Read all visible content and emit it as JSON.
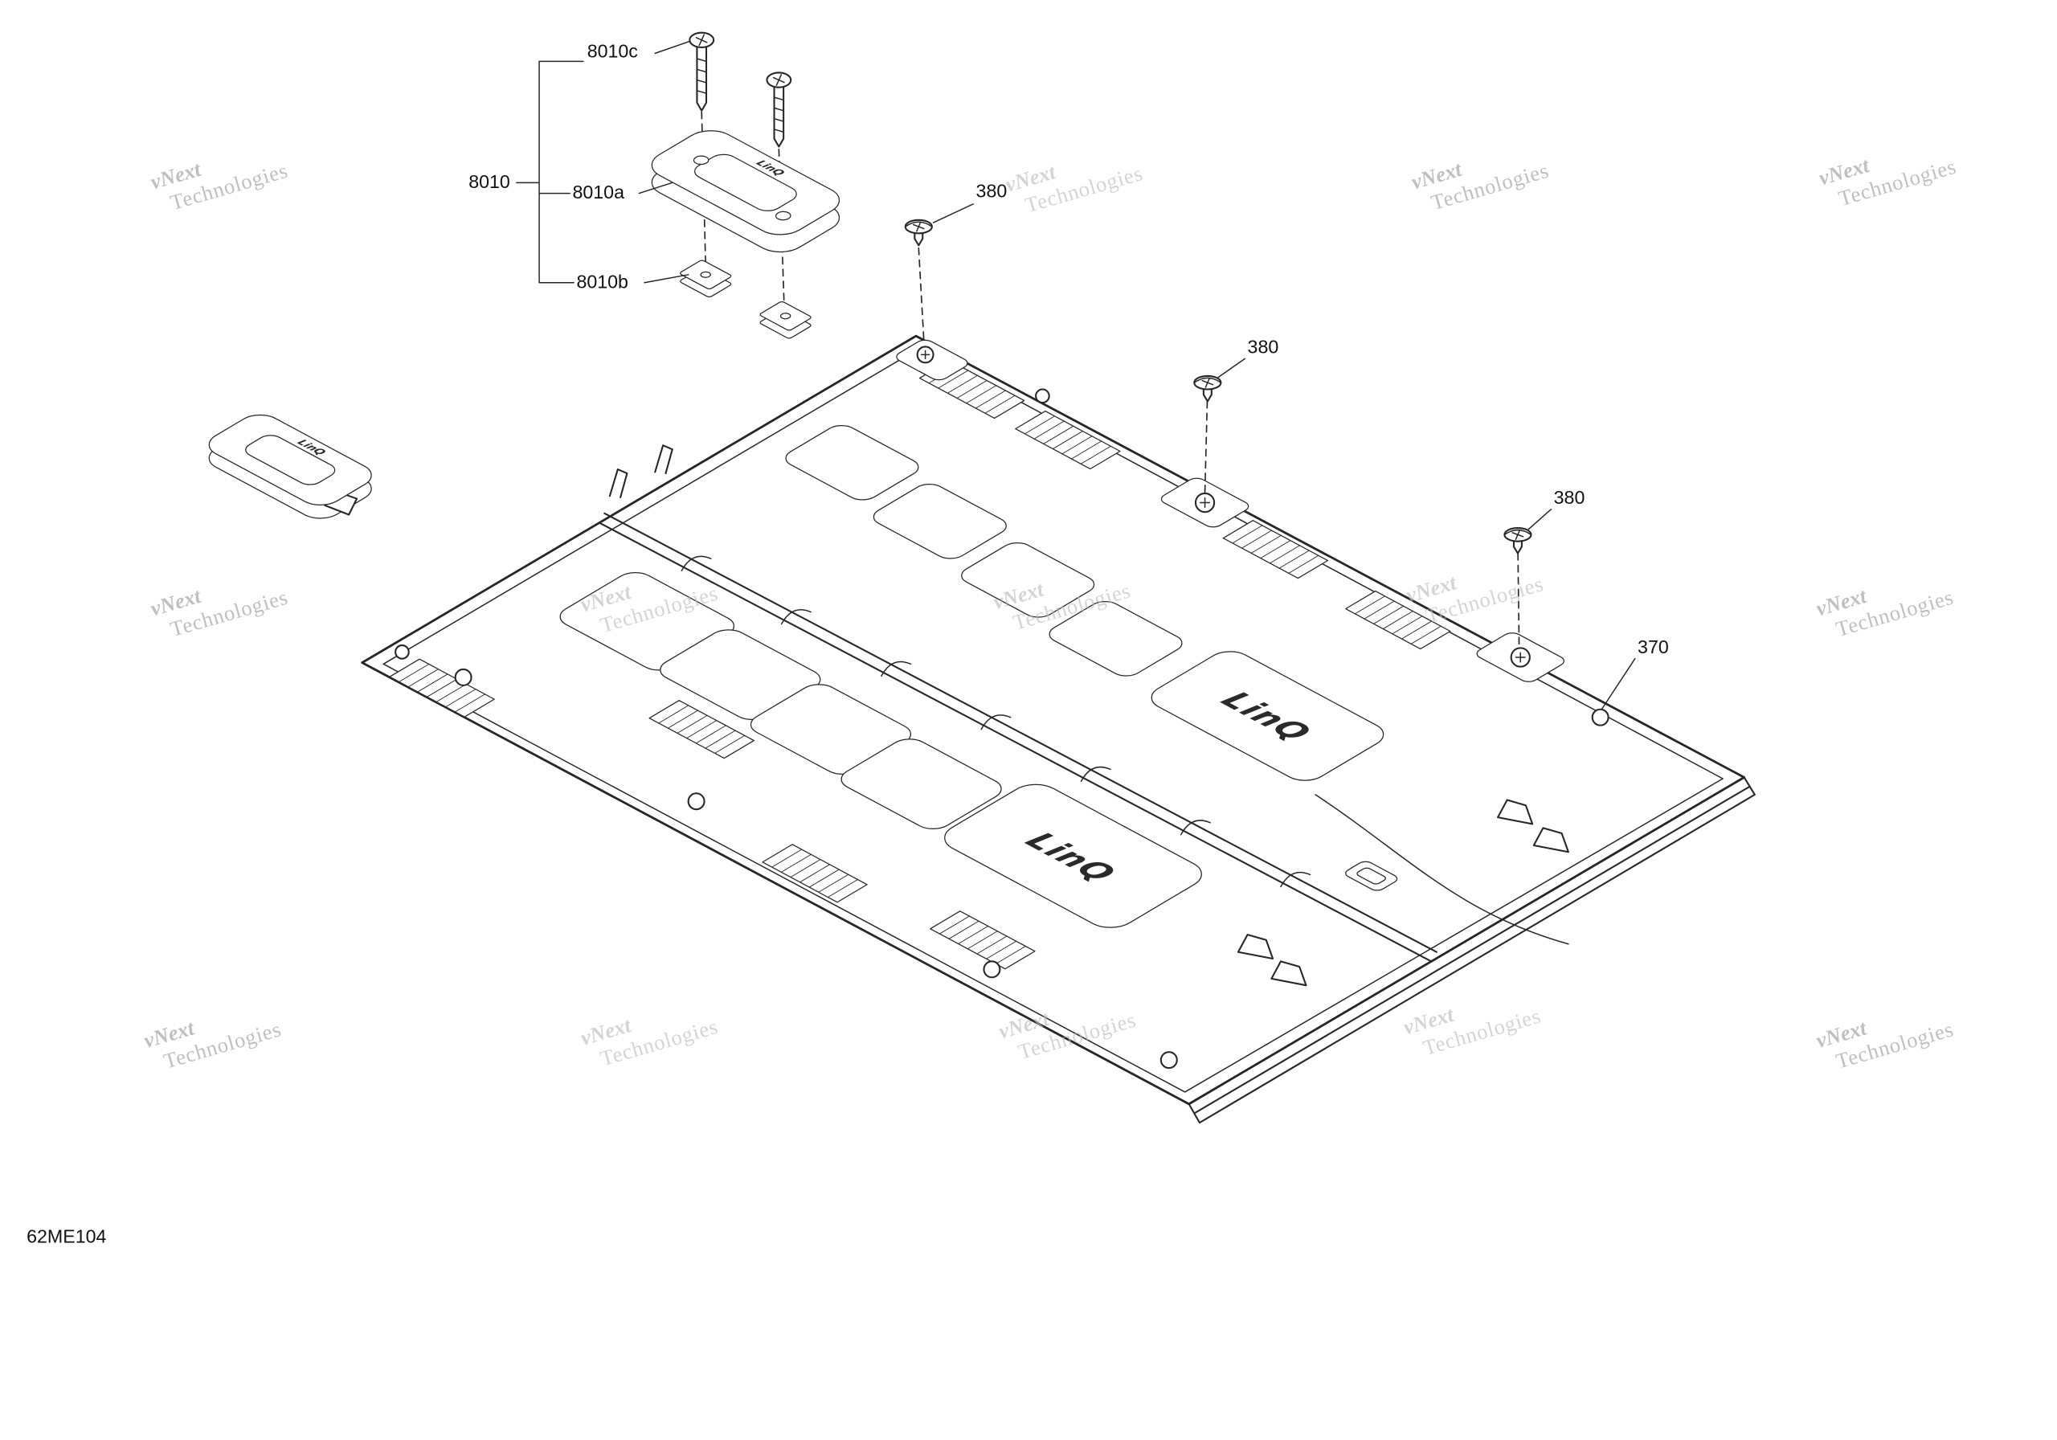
{
  "page": {
    "background": "#ffffff",
    "line_color": "#262626",
    "watermark_color": "#b9b9b9",
    "type": "exploded-parts-diagram"
  },
  "drawing": {
    "number": "62ME104"
  },
  "watermark": {
    "line1": "vNext",
    "line2": "Technologies"
  },
  "branding": {
    "logo": "LinQ"
  },
  "callouts": {
    "assembly": {
      "label": "8010"
    },
    "screw_top": {
      "label": "8010c"
    },
    "latch": {
      "label": "8010a"
    },
    "nut": {
      "label": "8010b"
    },
    "screw_380_a": {
      "label": "380"
    },
    "screw_380_b": {
      "label": "380"
    },
    "screw_380_c": {
      "label": "380"
    },
    "floor_panel": {
      "label": "370"
    }
  }
}
